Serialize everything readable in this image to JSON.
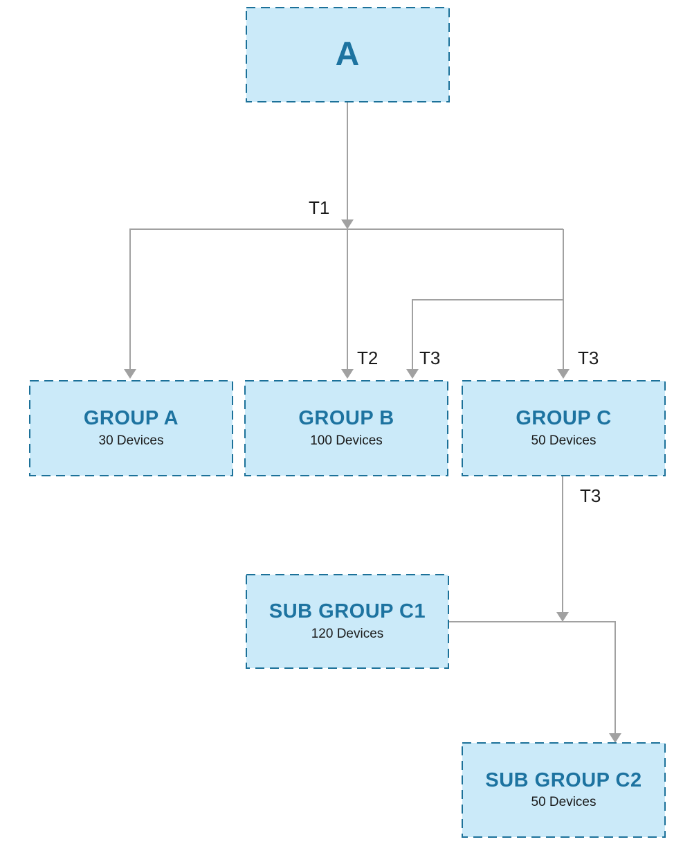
{
  "diagram": {
    "nodes": {
      "root": {
        "title": "A"
      },
      "group_a": {
        "title": "GROUP A",
        "subtitle": "30 Devices"
      },
      "group_b": {
        "title": "GROUP B",
        "subtitle": "100 Devices"
      },
      "group_c": {
        "title": "GROUP C",
        "subtitle": "50 Devices"
      },
      "sub_group_c1": {
        "title": "SUB GROUP C1",
        "subtitle": "120 Devices"
      },
      "sub_group_c2": {
        "title": "SUB GROUP C2",
        "subtitle": "50 Devices"
      }
    },
    "edge_labels": {
      "t1": "T1",
      "t2": "T2",
      "t3_to_group_b": "T3",
      "t3_to_group_c": "T3",
      "t3_from_group_c": "T3"
    },
    "colors": {
      "node_fill": "#cbeaf9",
      "node_border": "#1c7199",
      "node_title": "#1d73a0",
      "node_subtitle": "#1a1a1a",
      "connector": "#a1a1a1",
      "edge_label": "#1a1a1a",
      "background": "#ffffff"
    }
  }
}
